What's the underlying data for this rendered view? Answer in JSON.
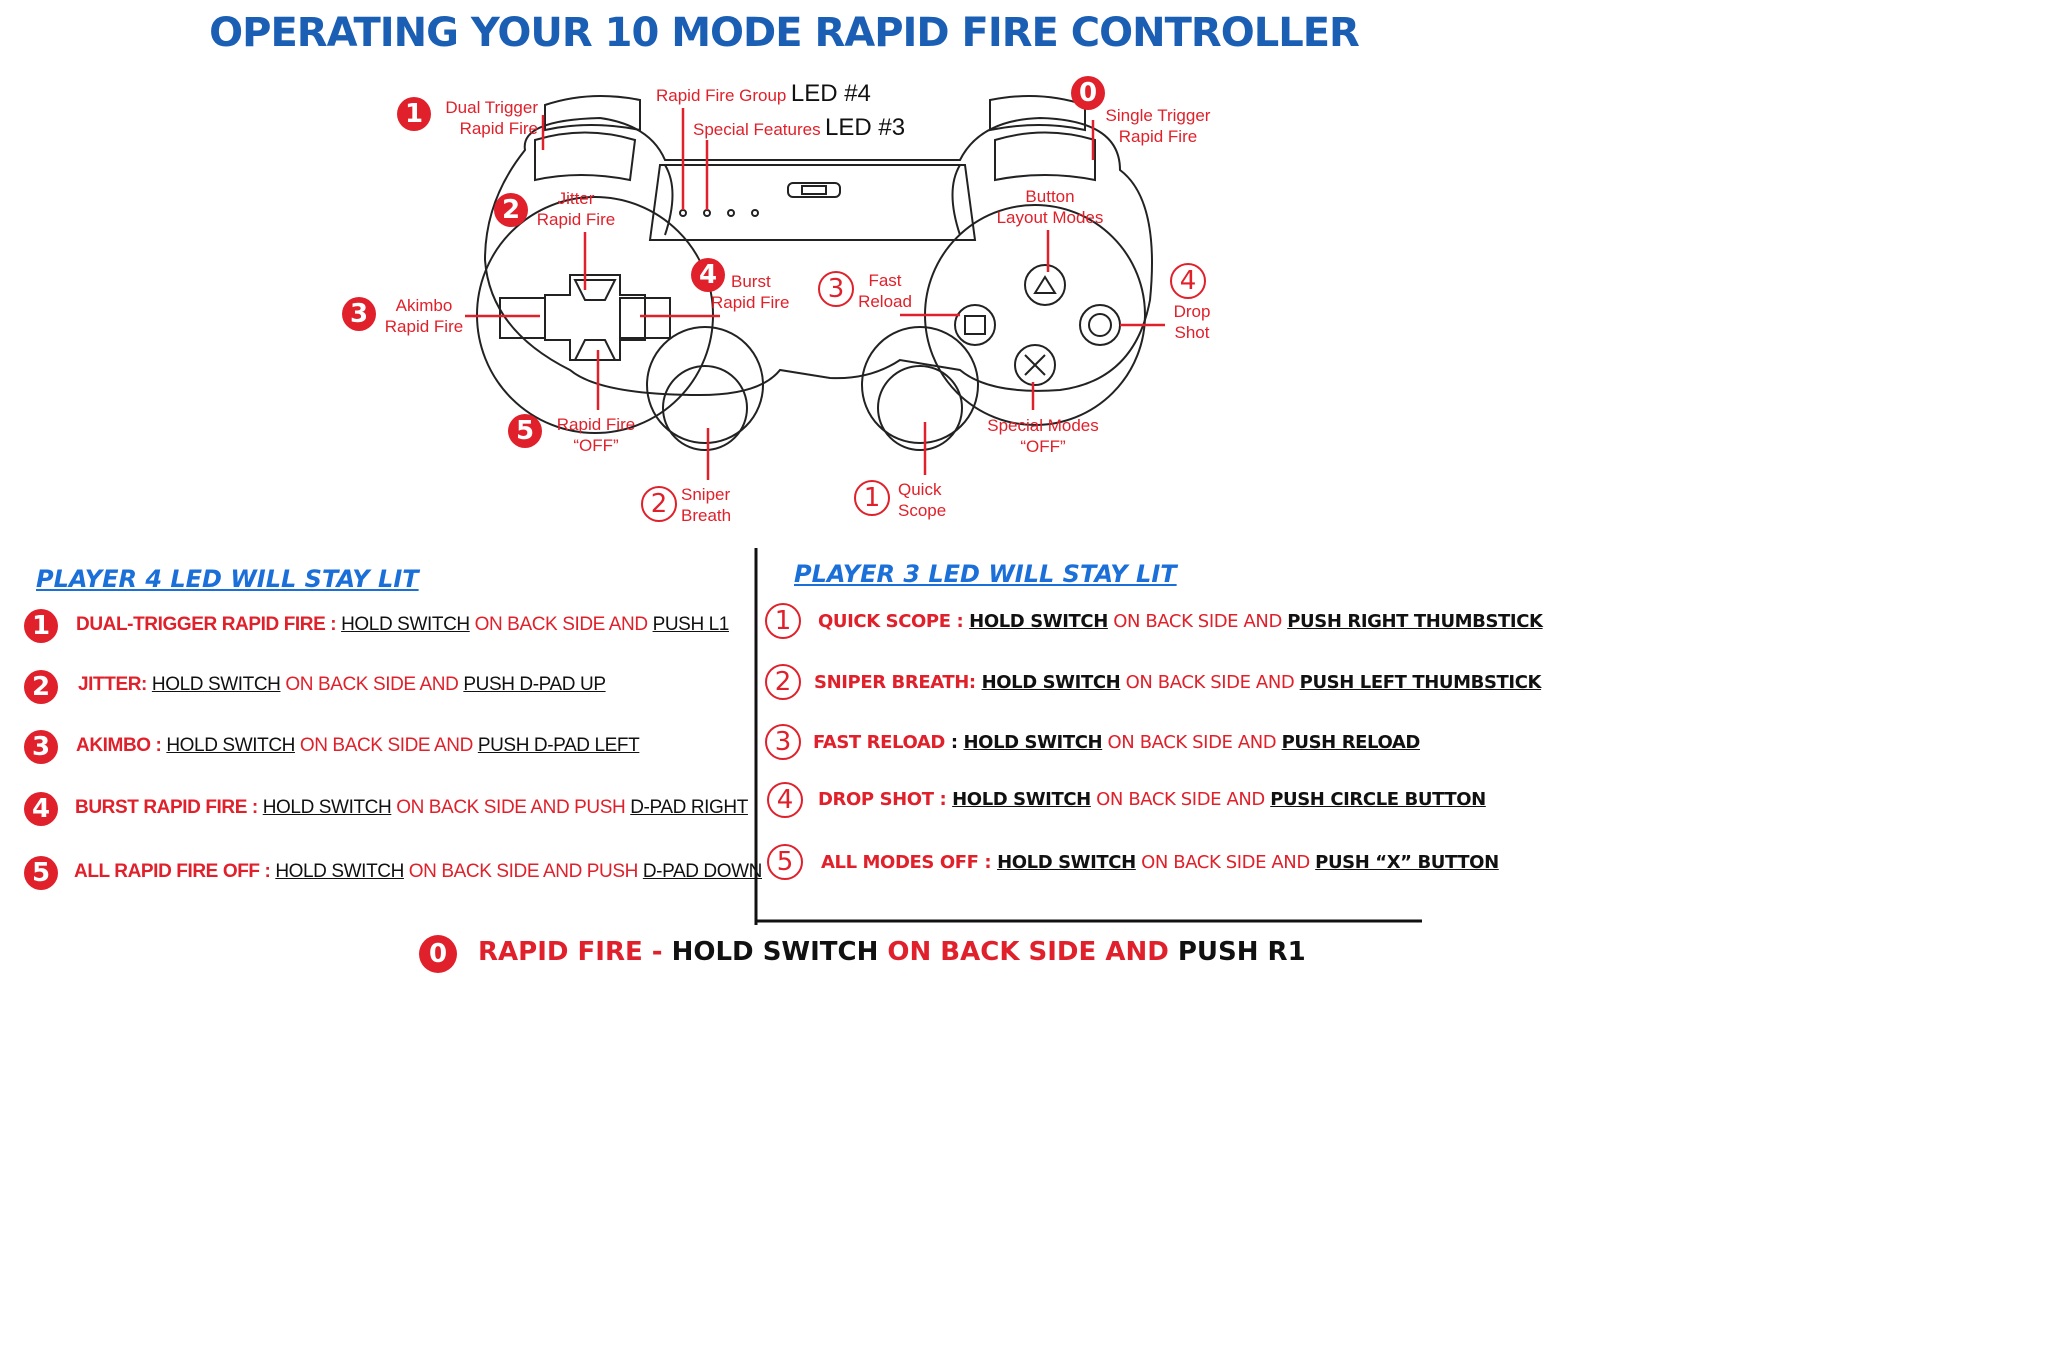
{
  "title": "OPERATING YOUR 10 MODE RAPID FIRE CONTROLLER",
  "diagram": {
    "rf_group": "Rapid Fire Group",
    "led4": "LED #4",
    "special_features": "Special Features",
    "led3": "LED #3",
    "labels": {
      "dual_trigger": {
        "num": "1",
        "l1": "Dual Trigger",
        "l2": "Rapid Fire"
      },
      "single_trigger": {
        "num": "0",
        "l1": "Single Trigger",
        "l2": "Rapid Fire"
      },
      "jitter": {
        "num": "2",
        "l1": "Jitter",
        "l2": "Rapid Fire"
      },
      "akimbo": {
        "num": "3",
        "l1": "Akimbo",
        "l2": "Rapid Fire"
      },
      "burst": {
        "num": "4",
        "l1": "Burst",
        "l2": "Rapid Fire"
      },
      "rf_off": {
        "num": "5",
        "l1": "Rapid Fire",
        "l2": "“OFF”"
      },
      "button_layout": {
        "l1": "Button",
        "l2": "Layout Modes"
      },
      "fast_reload": {
        "num": "3",
        "l1": "Fast",
        "l2": "Reload"
      },
      "drop_shot": {
        "num": "4",
        "l1": "Drop",
        "l2": "Shot"
      },
      "special_off": {
        "l1": "Special Modes",
        "l2": "“OFF”"
      },
      "sniper": {
        "num": "2",
        "l1": "Sniper",
        "l2": "Breath"
      },
      "quick": {
        "num": "1",
        "l1": "Quick",
        "l2": "Scope"
      }
    }
  },
  "left_section": {
    "heading": "PLAYER 4 LED WILL STAY LIT",
    "rows": [
      {
        "num": "1",
        "name": "DUAL-TRIGGER RAPID FIRE :",
        "hold": "HOLD SWITCH",
        "mid": " ON BACK SIDE AND ",
        "pre": "",
        "action": "PUSH L1"
      },
      {
        "num": "2",
        "name": "JITTER:",
        "hold": "HOLD SWITCH",
        "mid": " ON BACK SIDE AND ",
        "pre": "",
        "action": "PUSH D-PAD UP"
      },
      {
        "num": "3",
        "name": "AKIMBO :",
        "hold": "HOLD SWITCH",
        "mid": " ON BACK SIDE AND ",
        "pre": "",
        "action": "PUSH D-PAD LEFT"
      },
      {
        "num": "4",
        "name": "BURST RAPID FIRE :",
        "hold": "HOLD SWITCH",
        "mid": " ON BACK SIDE AND PUSH ",
        "pre": "",
        "action": "D-PAD RIGHT"
      },
      {
        "num": "5",
        "name": "ALL RAPID FIRE OFF :",
        "hold": "HOLD SWITCH",
        "mid": " ON BACK SIDE AND PUSH ",
        "pre": "",
        "action": "D-PAD DOWN"
      }
    ]
  },
  "right_section": {
    "heading": "PLAYER 3 LED WILL STAY LIT",
    "rows": [
      {
        "num": "1",
        "name": "QUICK SCOPE :",
        "hold": "HOLD SWITCH",
        "mid": " ON BACK SIDE AND ",
        "action": "PUSH RIGHT THUMBSTICK"
      },
      {
        "num": "2",
        "name": "SNIPER BREATH:",
        "hold": "HOLD SWITCH",
        "mid": " ON BACK SIDE AND ",
        "action": "PUSH LEFT THUMBSTICK"
      },
      {
        "num": "3",
        "name": "FAST RELOAD",
        "sep": " : ",
        "hold": "HOLD SWITCH",
        "mid": " ON BACK SIDE AND ",
        "action": "PUSH RELOAD"
      },
      {
        "num": "4",
        "name": "DROP SHOT :",
        "hold": "HOLD SWITCH",
        "mid": " ON BACK SIDE AND ",
        "action": "PUSH CIRCLE BUTTON"
      },
      {
        "num": "5",
        "name": "ALL MODES OFF :",
        "hold": "HOLD SWITCH",
        "mid": " ON BACK SIDE AND ",
        "action": "PUSH  “X”  BUTTON"
      }
    ]
  },
  "bottom": {
    "num": "0",
    "a": "RAPID FIRE - ",
    "b": "HOLD SWITCH",
    "c": " ON BACK SIDE AND ",
    "d": "PUSH R1"
  },
  "colors": {
    "red": "#e0202a",
    "blue": "#1a6fd8",
    "black": "#111111"
  }
}
